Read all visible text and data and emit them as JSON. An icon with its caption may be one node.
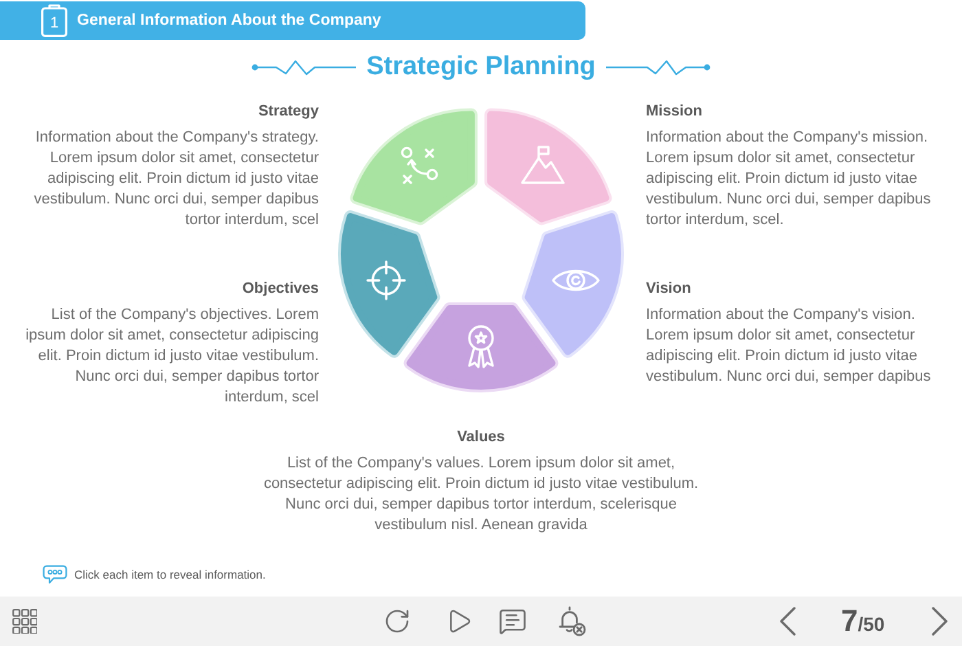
{
  "diagram": {
    "title": "Strategic Planning",
    "nodes": [
      {
        "text": [
          "1",
          "General Information About the Company"
        ]
      },
      {
        "text": [],
        "shape": "wedge",
        "beside": [
          "Strategy",
          "Information about the Company's strategy. Lorem ipsum dolor sit amet, consectetur adipiscing elit. Proin dictum id justo vitae vestibulum. Nunc orci dui, semper dapibus tortor interdum, scel"
        ]
      },
      {
        "text": [],
        "shape": "wedge",
        "beside": [
          "Mission",
          "Information about the Company's mission. Lorem ipsum dolor sit amet, consectetur adipiscing elit. Proin dictum id justo vitae vestibulum. Nunc orci dui, semper dapibus tortor interdum, scel."
        ]
      },
      {
        "text": [],
        "shape": "wedge",
        "beside": [
          "Objectives",
          "List of the Company's objectives. Lorem ipsum dolor sit amet, consectetur adipiscing elit. Proin dictum id justo vitae vestibulum. Nunc orci dui, semper dapibus tortor interdum, scel"
        ]
      },
      {
        "text": [],
        "shape": "wedge",
        "beside": [
          "Vision",
          "Information about the Company's vision. Lorem ipsum dolor sit amet, consectetur adipiscing elit. Proin dictum id justo vitae vestibulum. Nunc orci dui, semper dapibus"
        ]
      },
      {
        "text": [],
        "shape": "wedge",
        "beside": [
          "Values",
          "List of the Company's values. Lorem ipsum dolor sit amet, consectetur adipiscing elit. Proin dictum id justo vitae vestibulum. Nunc orci dui, semper dapibus tortor interdum, scelerisque vestibulum nisl. Aenean gravida"
        ]
      }
    ],
    "labels": [
      "Click each item to reveal information.",
      "7",
      "/50"
    ]
  }
}
